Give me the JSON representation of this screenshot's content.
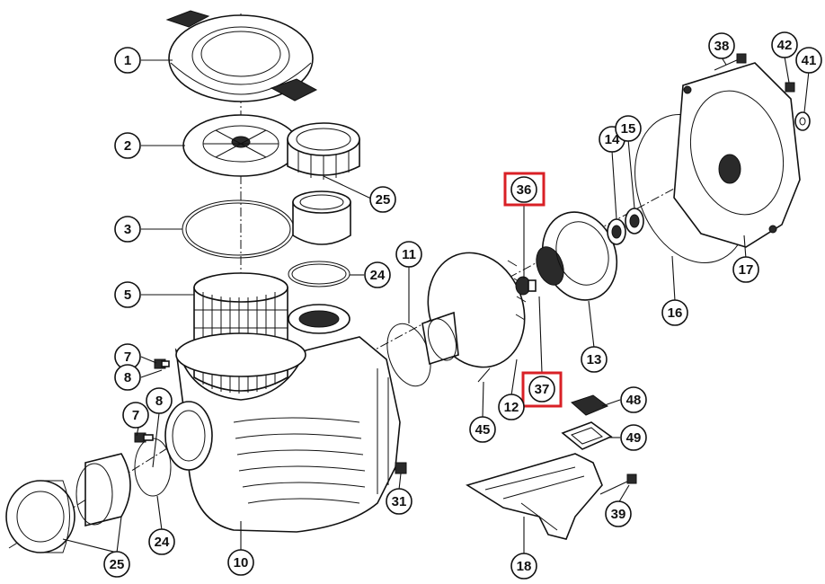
{
  "callouts": [
    {
      "number": "1"
    },
    {
      "number": "2"
    },
    {
      "number": "3"
    },
    {
      "number": "5"
    },
    {
      "number": "7"
    },
    {
      "number": "8"
    },
    {
      "number": "7"
    },
    {
      "number": "8"
    },
    {
      "number": "24"
    },
    {
      "number": "24"
    },
    {
      "number": "25"
    },
    {
      "number": "25"
    },
    {
      "number": "10"
    },
    {
      "number": "11"
    },
    {
      "number": "12"
    },
    {
      "number": "13"
    },
    {
      "number": "14"
    },
    {
      "number": "15"
    },
    {
      "number": "16"
    },
    {
      "number": "17"
    },
    {
      "number": "18"
    },
    {
      "number": "31"
    },
    {
      "number": "36"
    },
    {
      "number": "37"
    },
    {
      "number": "38"
    },
    {
      "number": "39"
    },
    {
      "number": "41"
    },
    {
      "number": "42"
    },
    {
      "number": "45"
    },
    {
      "number": "48"
    },
    {
      "number": "49"
    }
  ],
  "highlighted": [
    "36",
    "37"
  ],
  "colors": {
    "highlight": "#d92026",
    "line": "#111111",
    "background": "#ffffff"
  }
}
